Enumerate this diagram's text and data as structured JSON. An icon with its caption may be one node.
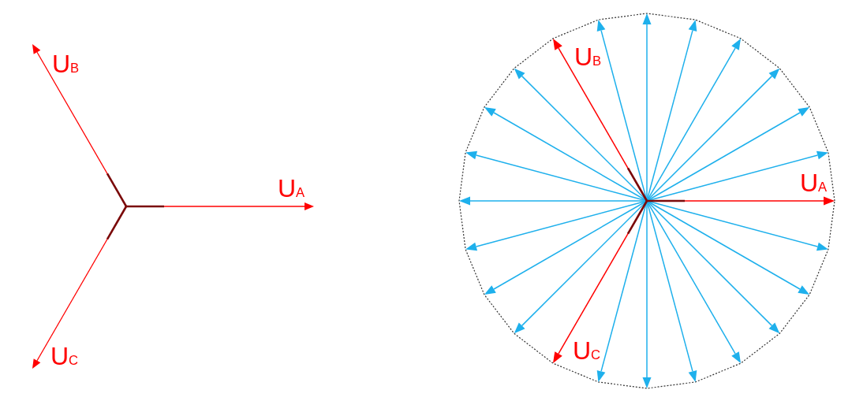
{
  "diagram": {
    "labels": [
      "U$_{B}$",
      "U$_{A}$",
      "U$_{C}$",
      "U$_{B}$",
      "U$_{A}$",
      "U$_{C}$"
    ]
  }
}
